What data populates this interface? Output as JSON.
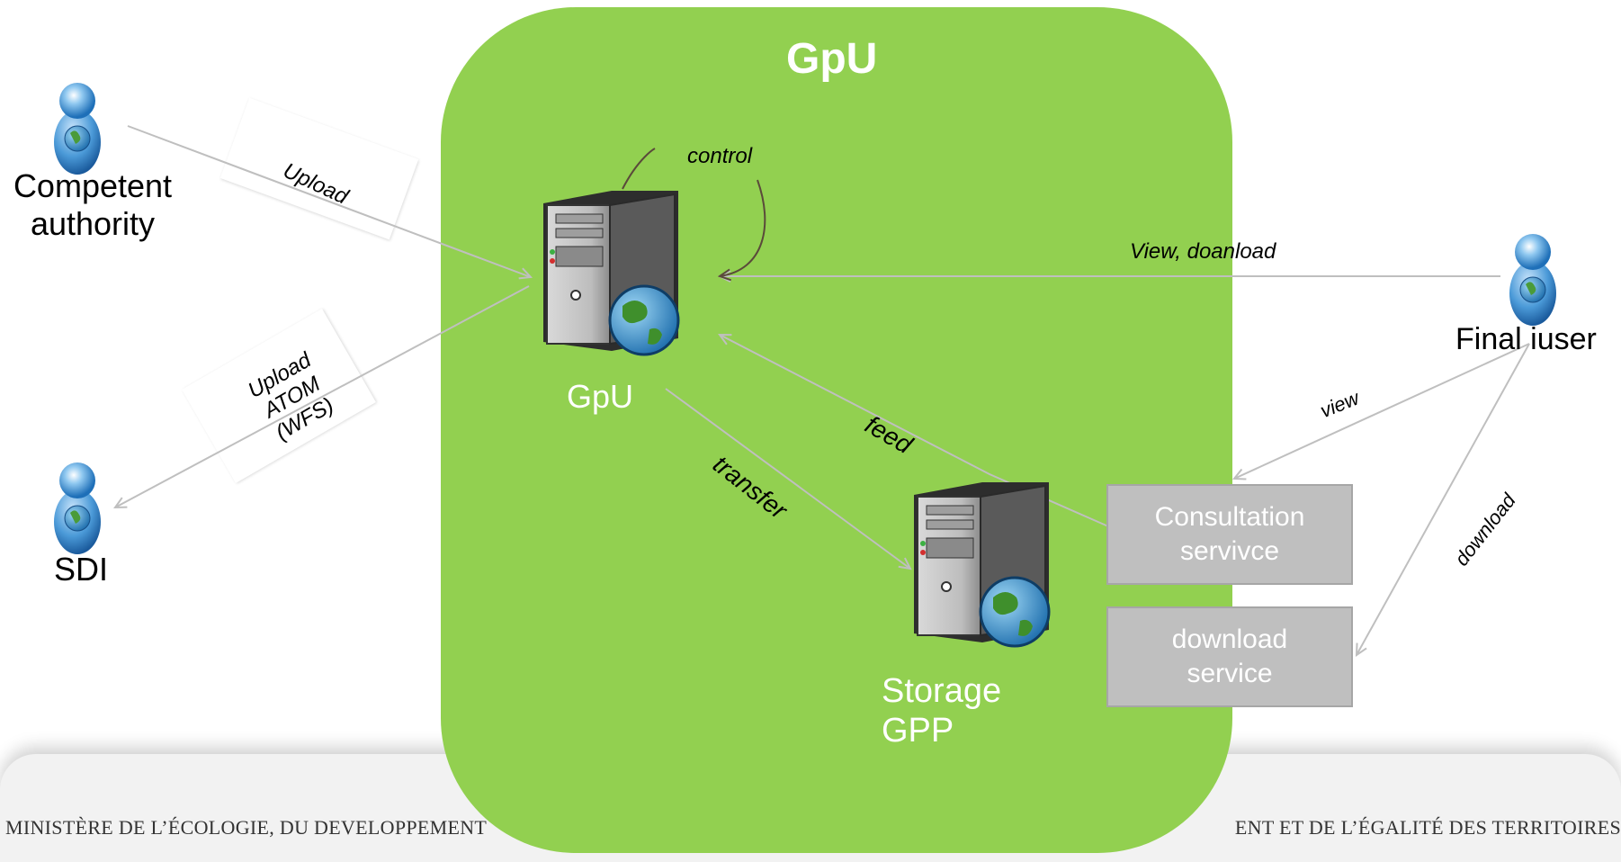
{
  "container": {
    "title": "GpU"
  },
  "actors": {
    "competent_authority": {
      "line1": "Competent",
      "line2": "authority"
    },
    "sdi": {
      "label": "SDI"
    },
    "final_user": {
      "label": "Final iuser"
    }
  },
  "servers": {
    "gpu": {
      "label": "GpU"
    },
    "storage": {
      "line1": "Storage",
      "line2": "GPP"
    }
  },
  "services": {
    "consultation": {
      "line1": "Consultation",
      "line2": "servivce"
    },
    "download": {
      "line1": "download",
      "line2": "service"
    }
  },
  "flows": {
    "upload": "Upload",
    "upload_atom_1": "Upload",
    "upload_atom_2": "ATOM",
    "upload_atom_3": "(WFS)",
    "control": "control",
    "view_download": "View, doanload",
    "feed": "feed",
    "transfer": "transfer",
    "view": "view",
    "download": "download"
  },
  "footer": {
    "left": "MINISTÈRE DE L’ÉCOLOGIE, DU DEVELOPPEMENT",
    "right": "ENT ET DE L’ÉGALITÉ DES TERRITOIRES"
  },
  "colors": {
    "gpu_area": "#92d050",
    "service_box": "#bfbfbf",
    "arrow": "#bfbfbf",
    "control_arrow": "#5a4a3a"
  }
}
